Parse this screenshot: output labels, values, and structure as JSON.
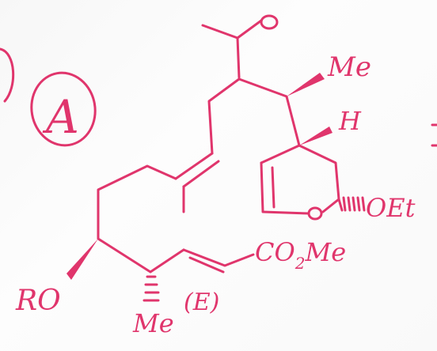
{
  "compound_label": "A",
  "substituents": {
    "methyl_top": "Me",
    "hydrogen": "H",
    "ethoxy": "OEt",
    "ester": "CO",
    "ester_subscript": "2",
    "ester_suffix": "Me",
    "alkoxy": "RO",
    "methyl_bottom": "Me",
    "geometry": "(E)"
  },
  "colors": {
    "ink": "#e0356c",
    "paper": "#fafafa"
  }
}
